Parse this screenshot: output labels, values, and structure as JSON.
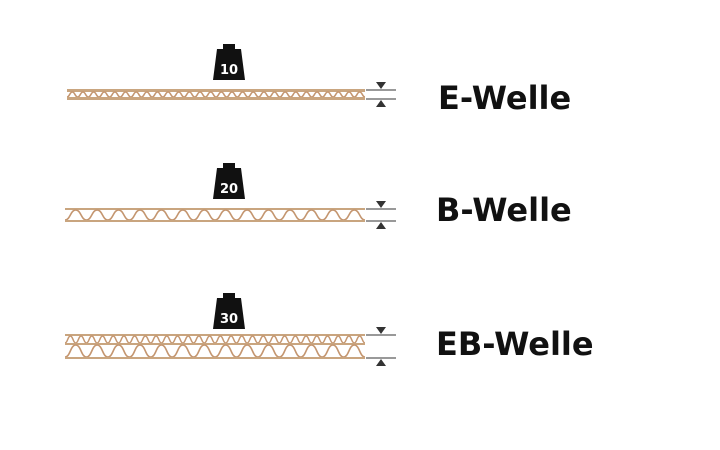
{
  "colors": {
    "liner": "#c9a57f",
    "flute": "#c49670",
    "weight": "#111111",
    "weight_text": "#ffffff",
    "arrow": "#333333",
    "label": "#111111"
  },
  "rows": [
    {
      "id": "e",
      "label": "E-Welle",
      "weight_value": "10",
      "weight_icon": "weight-icon",
      "flute_count": 28,
      "layers": 1
    },
    {
      "id": "b",
      "label": "B-Welle",
      "weight_value": "20",
      "weight_icon": "weight-icon",
      "flute_count": 14,
      "layers": 1
    },
    {
      "id": "eb",
      "label": "EB-Welle",
      "weight_value": "30",
      "weight_icon": "weight-icon",
      "flute_count": 14,
      "layers": 2
    }
  ]
}
